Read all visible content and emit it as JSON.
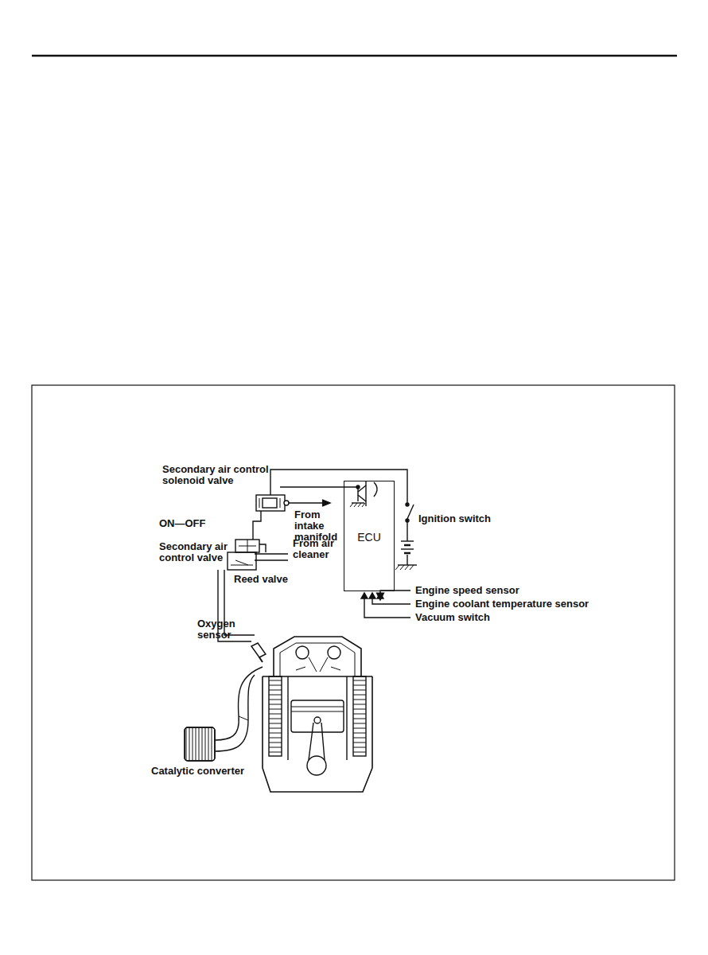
{
  "diagram": {
    "nodes": [
      {
        "text": [
          "ECU"
        ]
      }
    ],
    "labels": [
      "Secondary air control solenoid valve",
      "ON—OFF",
      "From intake manifold",
      "Ignition switch",
      "Secondary air control valve",
      "From air cleaner",
      "Reed valve",
      "Engine speed sensor",
      "Engine coolant temperature sensor",
      "Vacuum switch",
      "Oxygen sensor",
      "Catalytic converter"
    ]
  }
}
